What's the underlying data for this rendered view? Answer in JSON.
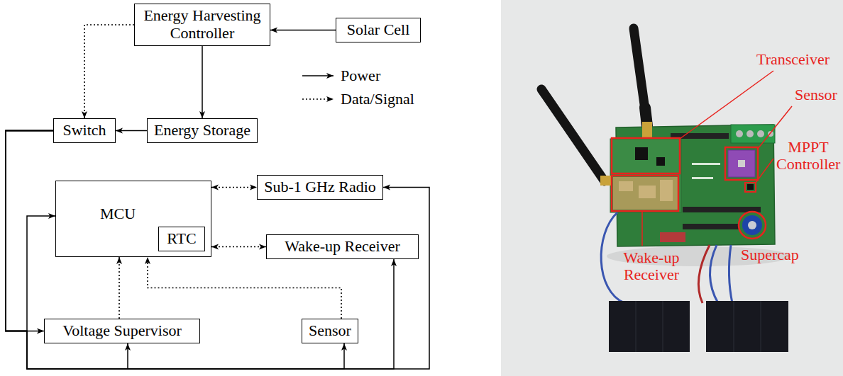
{
  "diagram": {
    "nodes": [
      {
        "text": [
          "Energy Harvesting Controller"
        ]
      },
      {
        "text": [
          "Solar Cell"
        ]
      },
      {
        "text": [
          "Switch"
        ]
      },
      {
        "text": [
          "Energy Storage"
        ]
      },
      {
        "text": [
          "MCU"
        ]
      },
      {
        "text": [
          "RTC"
        ],
        "in": 4
      },
      {
        "text": [
          "Sub-1 GHz Radio"
        ]
      },
      {
        "text": [
          "Wake-up Receiver"
        ]
      },
      {
        "text": [
          "Voltage Supervisor"
        ]
      },
      {
        "text": [
          "Sensor"
        ]
      }
    ],
    "edges": [
      {
        "from": 1,
        "to": 0,
        "arrow": "to"
      },
      {
        "from": 0,
        "to": 3,
        "arrow": "to"
      },
      {
        "from": 0,
        "to": 2,
        "arrow": "to"
      },
      {
        "from": 3,
        "to": 2,
        "arrow": "to"
      },
      {
        "from": 2,
        "to": 8,
        "arrow": "to"
      },
      {
        "from": 2,
        "to": 4,
        "arrow": "to"
      },
      {
        "from": 2,
        "to": 9,
        "arrow": "to"
      },
      {
        "from": 2,
        "to": 7,
        "arrow": "to"
      },
      {
        "from": 2,
        "to": 6,
        "arrow": "to"
      },
      {
        "from": 4,
        "to": 6,
        "arrow": "both"
      },
      {
        "from": 4,
        "to": 7,
        "arrow": "both"
      },
      {
        "from": 8,
        "to": 4,
        "arrow": "to"
      },
      {
        "from": 9,
        "to": 4,
        "arrow": "to"
      }
    ],
    "labels": [
      "Transceiver",
      "Sensor",
      "MPPT Controller",
      "Wake-up Receiver",
      "Supercap"
    ],
    "legend": [
      {
        "text": "Power"
      },
      {
        "text": "Data/Signal"
      }
    ]
  }
}
